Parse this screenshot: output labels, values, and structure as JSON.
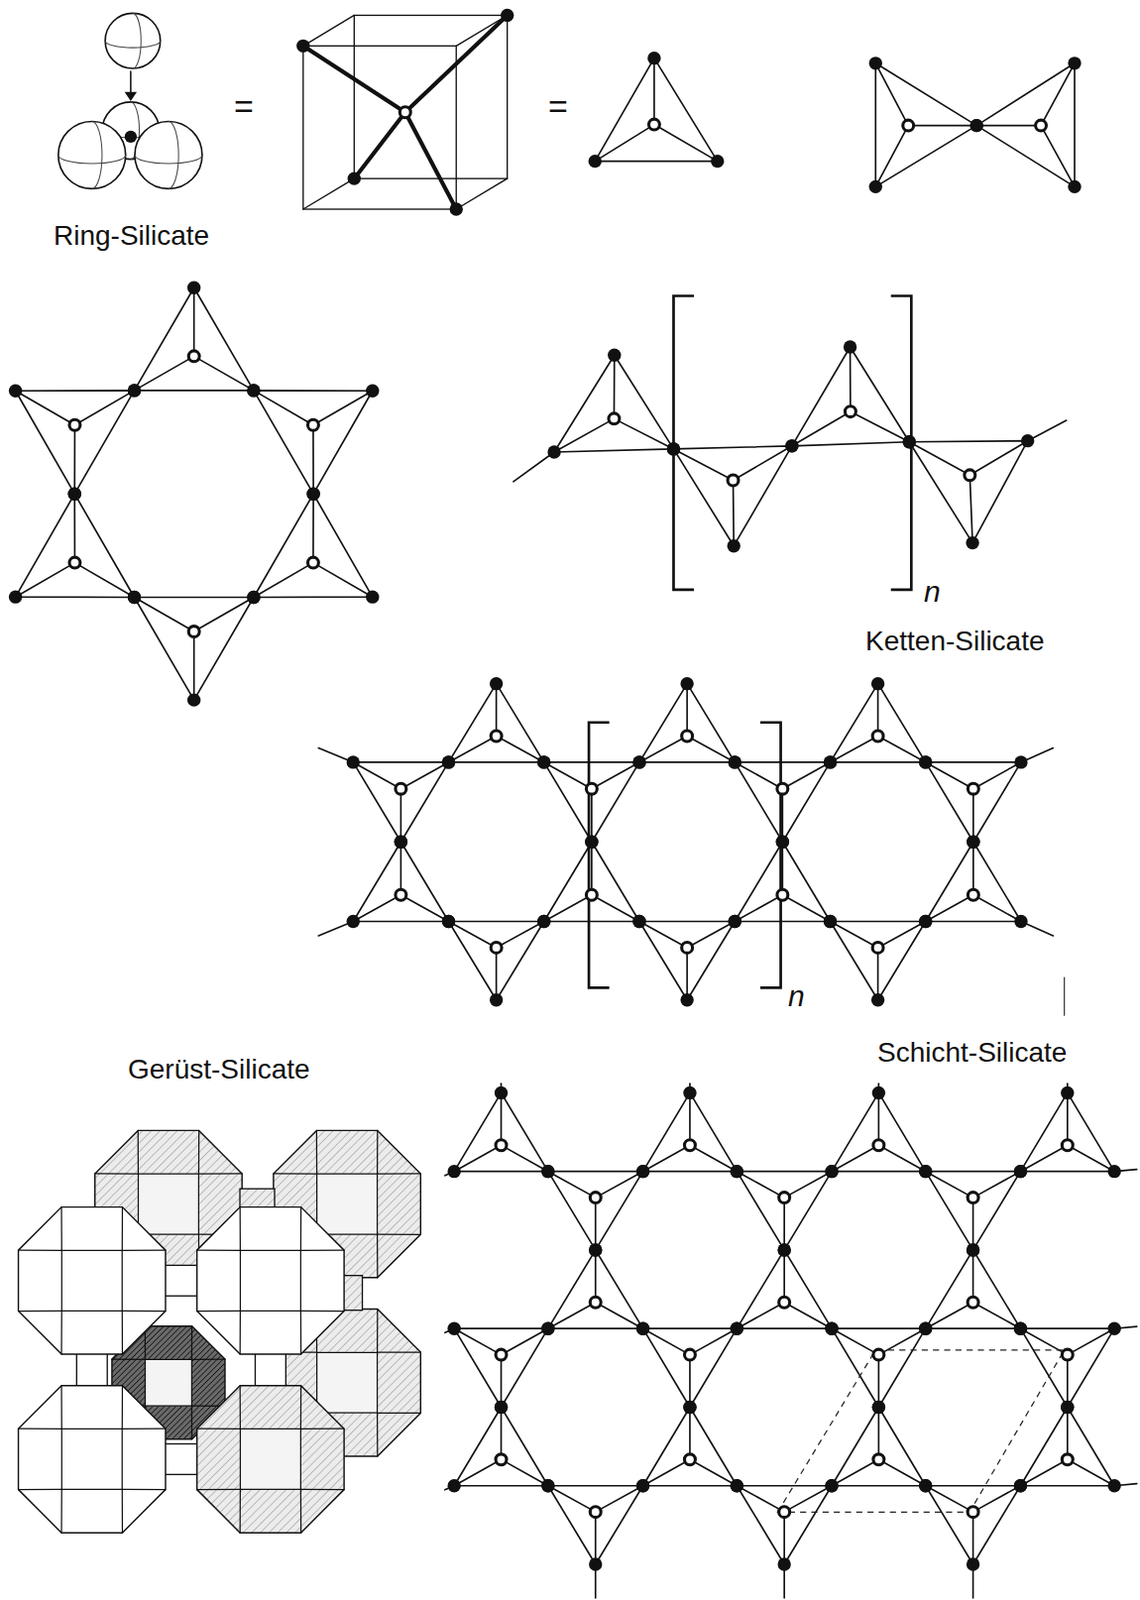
{
  "diagram": {
    "labels": [
      "=",
      "=",
      "Ring-Silicate",
      "n",
      "Ketten-Silicate",
      "n",
      "Gerüst-Silicate",
      "Schicht-Silicate"
    ]
  }
}
